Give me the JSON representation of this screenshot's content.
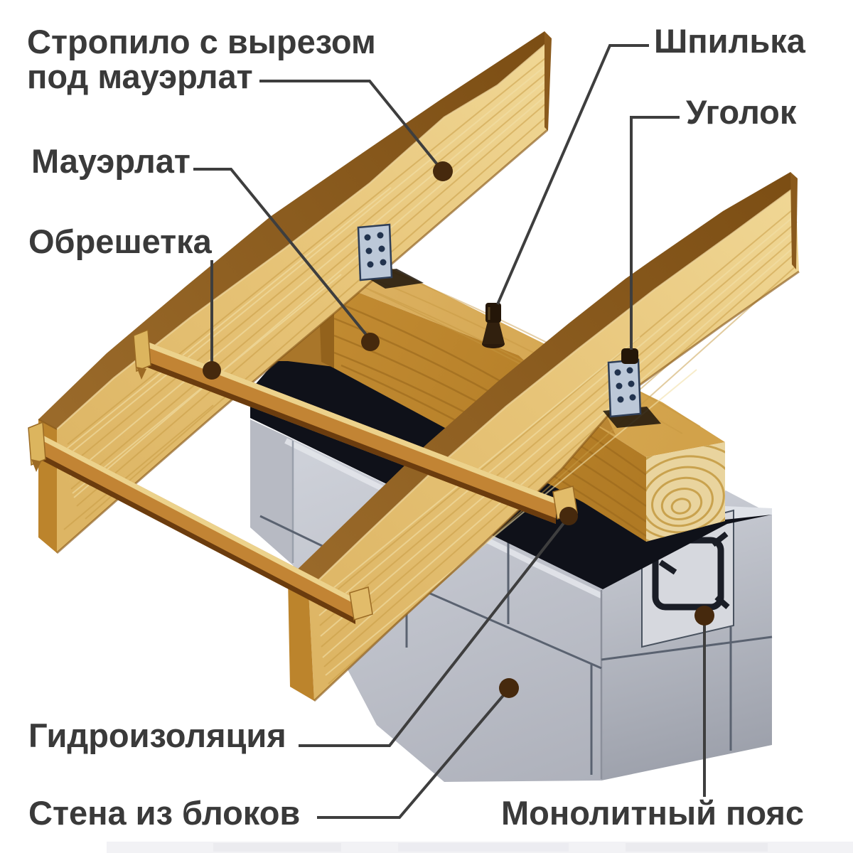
{
  "diagram": {
    "type": "construction-detail-diagram",
    "subject": "Крепление мауэрлата к стене (roof rafter to wall attachment)",
    "background": "#ffffff",
    "labels": {
      "rafter_line1": "Стропило с вырезом",
      "rafter_line2": "под мауэрлат",
      "mauerlat": "Мауэрлат",
      "lathing": "Обрешетка",
      "stud": "Шпилька",
      "angle_bracket": "Уголок",
      "waterproofing": "Гидроизоляция",
      "block_wall": "Стена из блоков",
      "monolithic_belt": "Монолитный пояс"
    },
    "palette": {
      "label_text": "#3a3a3a",
      "leader_line": "#3e3e3e",
      "leader_dot": "#46290d",
      "wood_face_light": "#e7c478",
      "wood_top_edge_dark": "#7a4a14",
      "wood_end_cut": "#c08430",
      "wood_grain": "#c79b43",
      "mauerlat_top": "#d8ac56",
      "mauerlat_front": "#b9812a",
      "end_grain_rings": "#e9d49e",
      "waterproofing_black": "#0f1119",
      "wall_grey": "#c3c6cf",
      "wall_joint": "#5a6270",
      "metal_bracket": "#bcc8d8",
      "rebar_black": "#1a1d26"
    }
  }
}
